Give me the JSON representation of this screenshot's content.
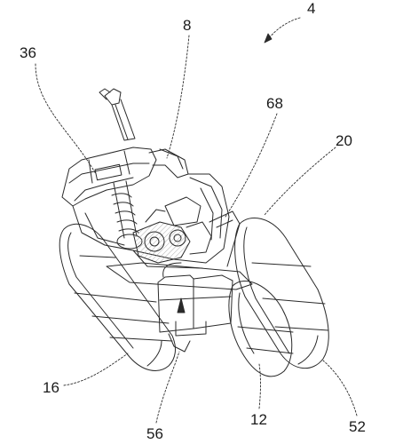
{
  "figure": {
    "reference_numerals": {
      "assembly": "4",
      "frame": "8",
      "handle": "36",
      "suspension": "68",
      "right_front_wheel": "20",
      "left_front_wheel": "16",
      "drive_unit": "56",
      "rear_wheel": "12",
      "rear_wheel_tag": "52"
    },
    "colors": {
      "line": "#2a2a2a",
      "hatch": "#9a9a9a",
      "background": "#ffffff"
    }
  }
}
